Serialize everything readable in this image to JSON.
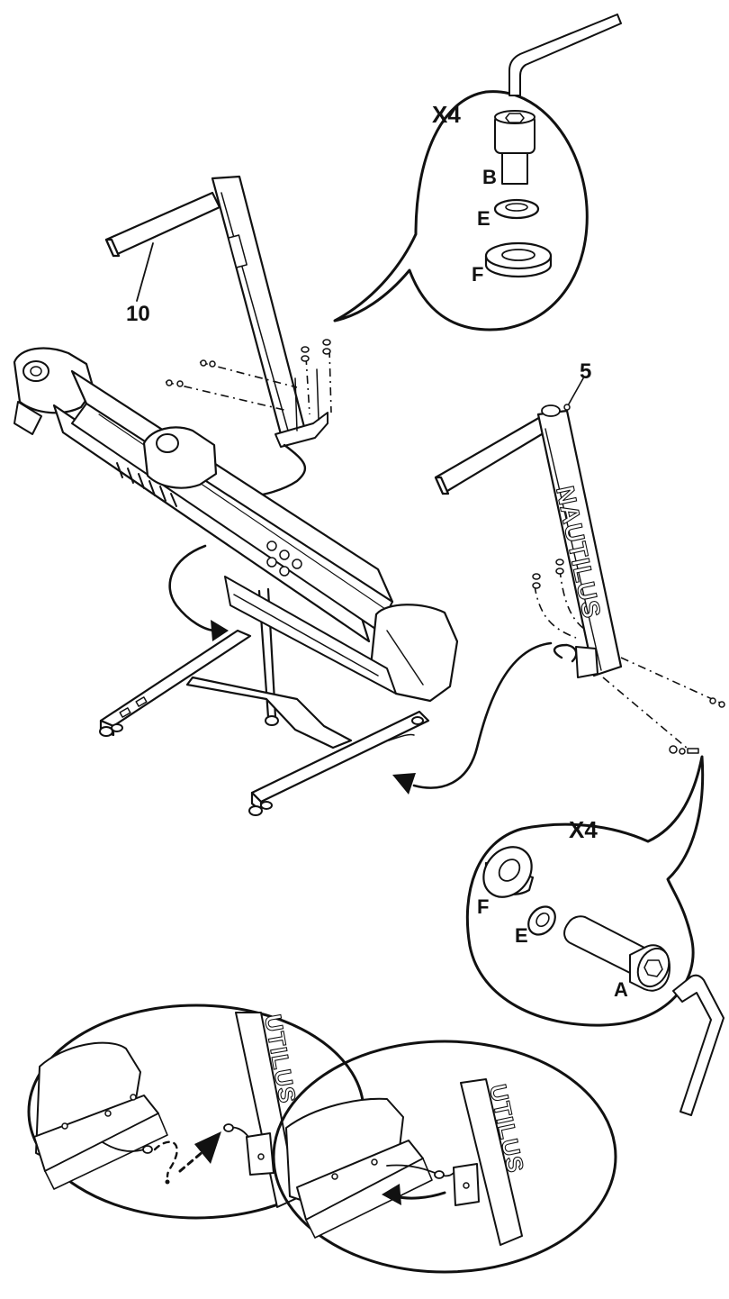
{
  "labels": {
    "part_upright_left": "10",
    "part_upright_right": "5",
    "qty_top": "X4",
    "qty_bottom": "X4",
    "hw_top_bolt": "B",
    "hw_top_lock_washer": "E",
    "hw_top_flat_washer": "F",
    "hw_bottom_flat_washer": "F",
    "hw_bottom_lock_washer": "E",
    "hw_bottom_bolt": "A"
  },
  "branding": {
    "logo_right_upright": "NAUTILUS",
    "logo_detail_left": "UTILUS",
    "logo_detail_right": "UTILUS"
  },
  "icons": [
    "hex-key-icon",
    "arrow-icon",
    "detail-callout-icon"
  ]
}
